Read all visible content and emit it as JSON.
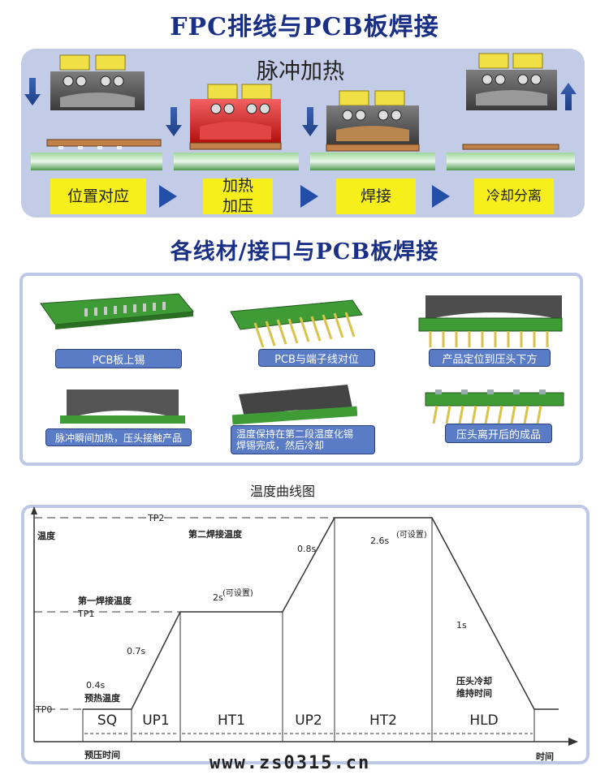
{
  "header": {
    "title": "FPC排线与PCB板焊接"
  },
  "pulse_panel": {
    "heading": "脉冲加热",
    "stages": [
      {
        "label": "位置对应"
      },
      {
        "label": "加热\n加压"
      },
      {
        "label": "焊接"
      },
      {
        "label": "冷却分离"
      }
    ]
  },
  "section2": {
    "title": "各线材/接口与PCB板焊接",
    "steps": [
      {
        "caption": "PCB板上锡"
      },
      {
        "caption": "PCB与端子线对位"
      },
      {
        "caption": "产品定位到压头下方"
      },
      {
        "caption": "脉冲瞬间加热，压头接触产品"
      },
      {
        "caption": "温度保持在第二段温度化锡\n焊锡完成，然后冷却"
      },
      {
        "caption": "压头离开后的成品"
      }
    ]
  },
  "curve": {
    "title": "温度曲线图",
    "y_axis_label": "温度",
    "x_axis_label": "时间",
    "x_start_label": "预压时间",
    "levels": [
      {
        "name": "TP2",
        "label": "第二焊接温度"
      },
      {
        "name": "TP1",
        "label": "第一焊接温度"
      },
      {
        "name": "TP0",
        "label": "预热温度"
      }
    ],
    "phases": [
      "SQ",
      "UP1",
      "HT1",
      "UP2",
      "HT2",
      "HLD"
    ],
    "annotations": {
      "sq": "0.4s",
      "up1": "0.7s",
      "ht1": "2s",
      "ht1_note": "(可设置)",
      "up2": "0.8s",
      "ht2": "2.6s",
      "ht2_note": "(可设置)",
      "hld": "1s",
      "hld_label": "压头冷却\n维持时间"
    }
  },
  "footer": {
    "url": "www.zs0315.cn"
  },
  "colors": {
    "title": "#1a2f86",
    "panel_border": "#bcc8e6",
    "label_bg": "#f6ef1c",
    "arrow": "#234ea8"
  }
}
